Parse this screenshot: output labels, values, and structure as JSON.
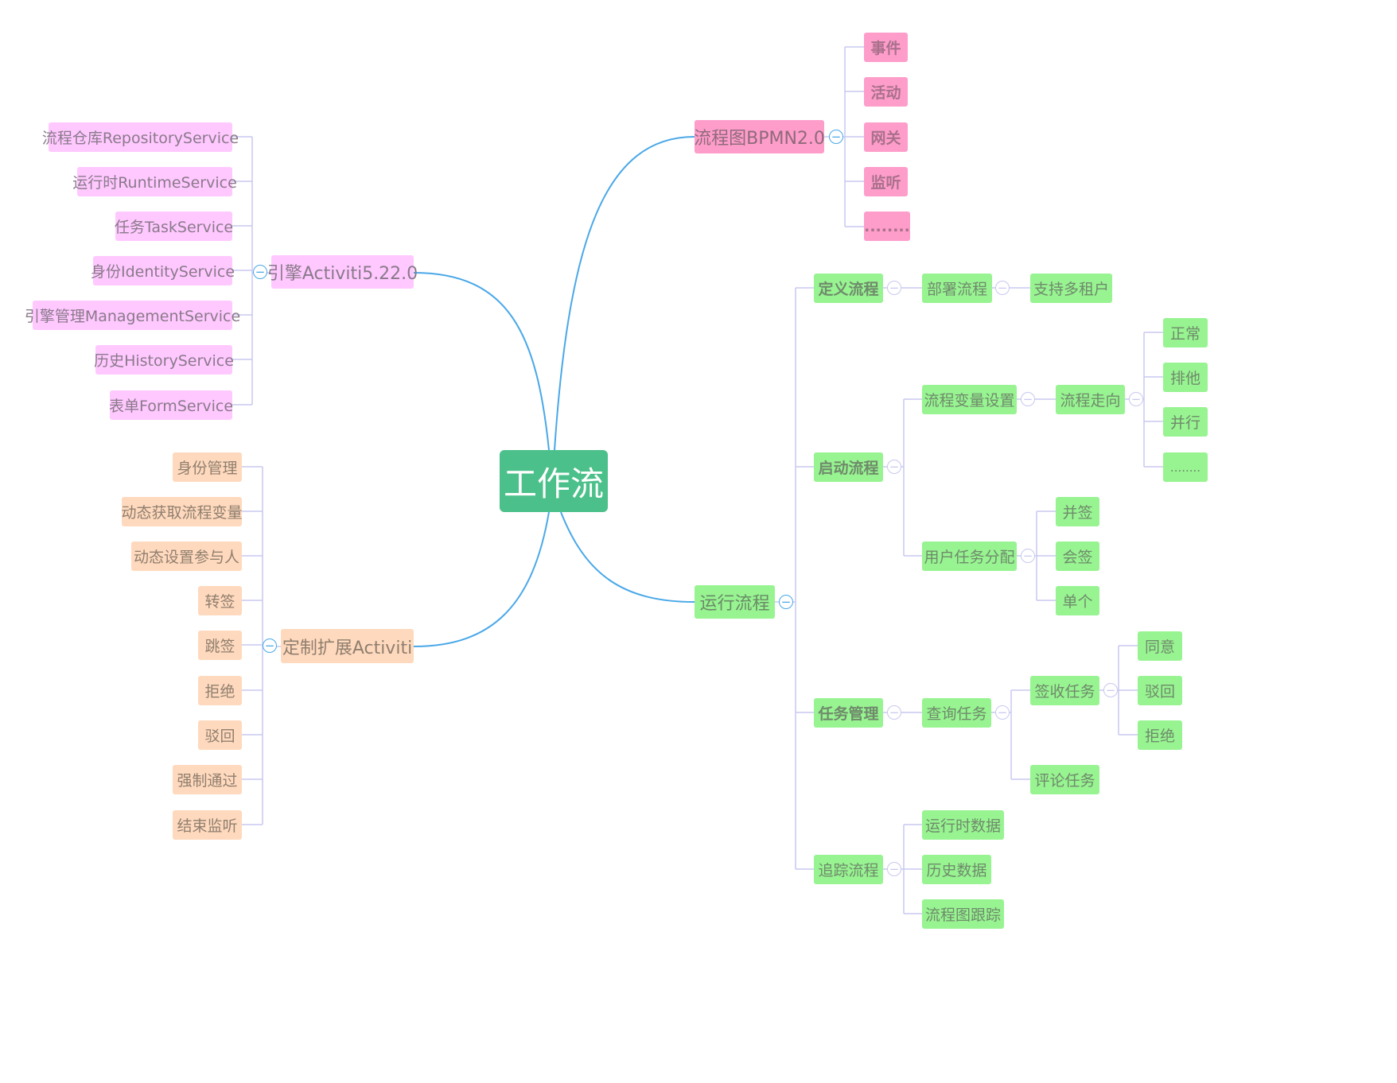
{
  "root": "工作流",
  "branches": {
    "bpmn": {
      "label": "流程图BPMN2.0",
      "children": [
        "事件",
        "活动",
        "网关",
        "监听",
        "........"
      ]
    },
    "engine": {
      "label": "引擎Activiti5.22.0",
      "children": [
        "流程仓库RepositoryService",
        "运行时RuntimeService",
        "任务TaskService",
        "身份IdentityService",
        "引擎管理ManagementService",
        "历史HistoryService",
        "表单FormService"
      ]
    },
    "custom": {
      "label": "定制扩展Activiti",
      "children": [
        "身份管理",
        "动态获取流程变量",
        "动态设置参与人",
        "转签",
        "跳签",
        "拒绝",
        "驳回",
        "强制通过",
        "结束监听"
      ]
    },
    "run": {
      "label": "运行流程",
      "define": {
        "label": "定义流程",
        "deploy": "部署流程",
        "tenant": "支持多租户"
      },
      "start": {
        "label": "启动流程",
        "vars": "流程变量设置",
        "direction": "流程走向",
        "direction_children": [
          "正常",
          "排他",
          "并行",
          "........"
        ],
        "assign": "用户任务分配",
        "assign_children": [
          "并签",
          "会签",
          "单个"
        ]
      },
      "task": {
        "label": "任务管理",
        "query": "查询任务",
        "sign": "签收任务",
        "sign_children": [
          "同意",
          "驳回",
          "拒绝"
        ],
        "comment": "评论任务"
      },
      "track": {
        "label": "追踪流程",
        "children": [
          "运行时数据",
          "历史数据",
          "流程图跟踪"
        ]
      }
    }
  },
  "collapse_symbol": "−",
  "colors": {
    "root": "#4cc08a",
    "main_link": "#4aa8e8",
    "sub_link": "#c8c8f0",
    "pink": "#fe9dca",
    "green": "#97f491",
    "violet": "#ffc8ff",
    "peach": "#ffd9bd"
  }
}
